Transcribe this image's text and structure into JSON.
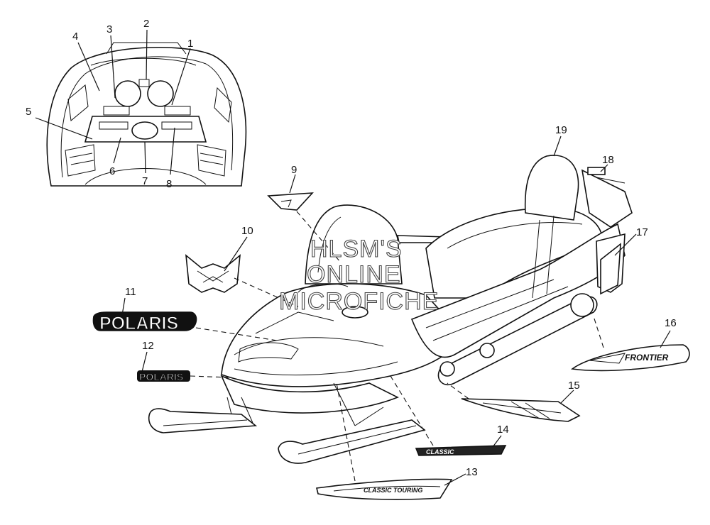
{
  "watermark": {
    "line1": "HLSM'S",
    "line2": "ONLINE",
    "line3": "MICROFICHE"
  },
  "logos": {
    "large": "POLARIS",
    "small": "POLARIS"
  },
  "decals": {
    "side_model": "FRONTIER",
    "small_model": "CLASSIC",
    "lower_model": "CLASSIC TOURING"
  },
  "callouts": [
    "1",
    "2",
    "3",
    "4",
    "5",
    "6",
    "7",
    "8",
    "9",
    "10",
    "11",
    "12",
    "13",
    "14",
    "15",
    "16",
    "17",
    "18",
    "19"
  ]
}
